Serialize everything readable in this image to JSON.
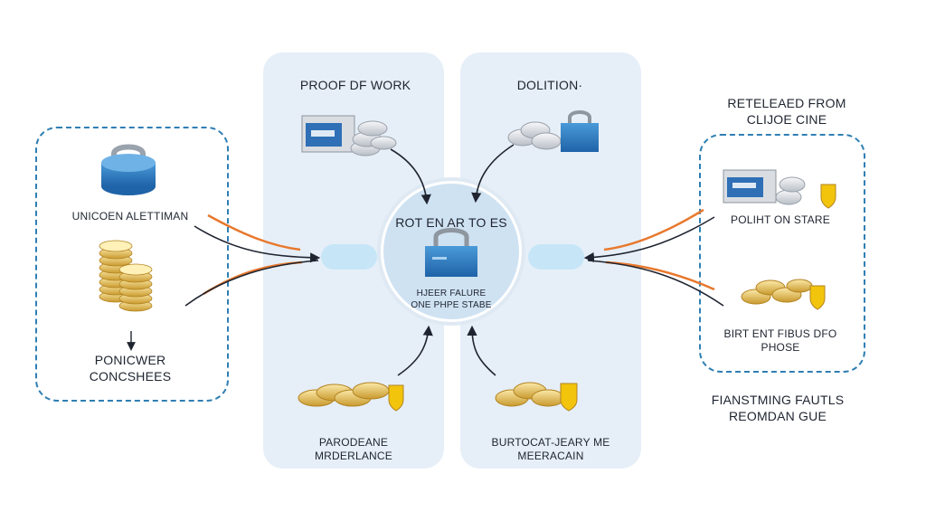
{
  "panels": {
    "proof_of_work": {
      "title": "PROOF DF WORK",
      "bottom_label": [
        "PARODEANE",
        "MRDERLANCE"
      ]
    },
    "dolition": {
      "title": "DOLITION·",
      "bottom_label": [
        "BURTOCAT-JEARY ME",
        "MEERACAIN"
      ]
    }
  },
  "center": {
    "title": "ROT EN AR TO ES",
    "subtitle": [
      "HJEER FALURE",
      "ONE PHPE STABE"
    ]
  },
  "left_group": {
    "lock_label": "UNICOEN ALETTIMAN",
    "caption": [
      "PONICWER",
      "CONCSHEES"
    ]
  },
  "right_group": {
    "heading": [
      "RETELEAED FROM",
      "CLIJOE CINE"
    ],
    "item_1_label": "POLIHT ON STARE",
    "item_2_label": [
      "BIRT ENT FIBUS DFO",
      "PHOSE"
    ],
    "caption": [
      "FIANSTMING FAUTLS",
      "REOMDAN GUE"
    ]
  },
  "icons": [
    "lock-icon",
    "server-icon",
    "coin-stack-icon",
    "shield-badge-icon",
    "arrow-icon"
  ],
  "colors": {
    "panel_bg": "#e6eff8",
    "lock_blue": "#2f7ec4",
    "dash_border": "#2f7fb3",
    "orange_line": "#e8782d",
    "gold": "#e6c35a",
    "badge_yellow": "#f2c40c"
  }
}
